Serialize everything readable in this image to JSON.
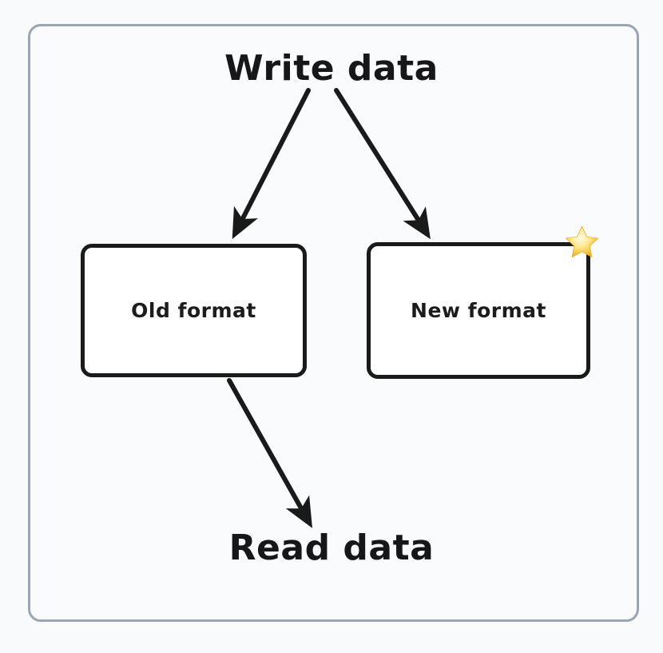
{
  "diagram": {
    "type": "flow-diagram",
    "style": "hand-drawn",
    "background_color": "#f9fafb",
    "frame_border_color": "#9ba4b2",
    "frame_fill_color": "#f9fbfc",
    "stroke_color": "#1a1a1a",
    "titles": {
      "top": "Write data",
      "bottom": "Read data"
    },
    "nodes": [
      {
        "id": "old-format",
        "label": "Old format",
        "shape": "rounded-rectangle",
        "fill": "#ffffff",
        "border_color": "#1a1a1a"
      },
      {
        "id": "new-format",
        "label": "New format",
        "shape": "rounded-rectangle",
        "fill": "#ffffff",
        "border_color": "#1a1a1a",
        "badge": "star-icon",
        "badge_color": "#f7c948"
      }
    ],
    "arrows": [
      {
        "id": "write-to-old",
        "from": "Write data",
        "to": "Old format",
        "direction": "down-left"
      },
      {
        "id": "write-to-new",
        "from": "Write data",
        "to": "New format",
        "direction": "down-right"
      },
      {
        "id": "old-to-read",
        "from": "Old format",
        "to": "Read data",
        "direction": "down-right"
      }
    ]
  }
}
